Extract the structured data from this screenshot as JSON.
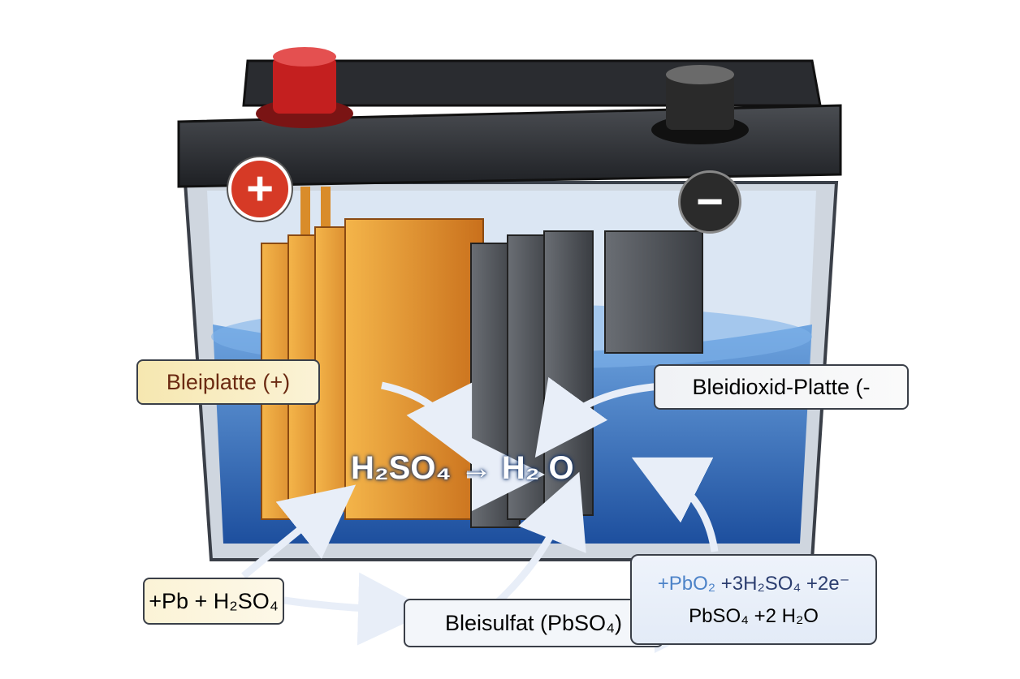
{
  "title_terminals": {
    "positive": "+",
    "negative": "−"
  },
  "labels": {
    "plus_plate": "Bleiplatte (+)",
    "minus_plate": "Bleidioxid-Platte (-",
    "center_left": "H₂SO₄",
    "center_arrow": "→",
    "center_right": "H₂ O",
    "reactants": "+Pb + H₂SO₄",
    "sulfate": "Bleisulfat (PbSO₄)",
    "eq_line1_pb": "+PbO₂",
    "eq_line1_rest": " +3H₂SO₄  +2e⁻",
    "eq_line2": "PbSO₄ +2 H₂O"
  },
  "colors": {
    "positive": "#d63a26",
    "negative": "#2b2b2b",
    "electrolyte": "#2f6fc4",
    "plate_plus": "#e59a2e",
    "plate_minus": "#555a60"
  }
}
